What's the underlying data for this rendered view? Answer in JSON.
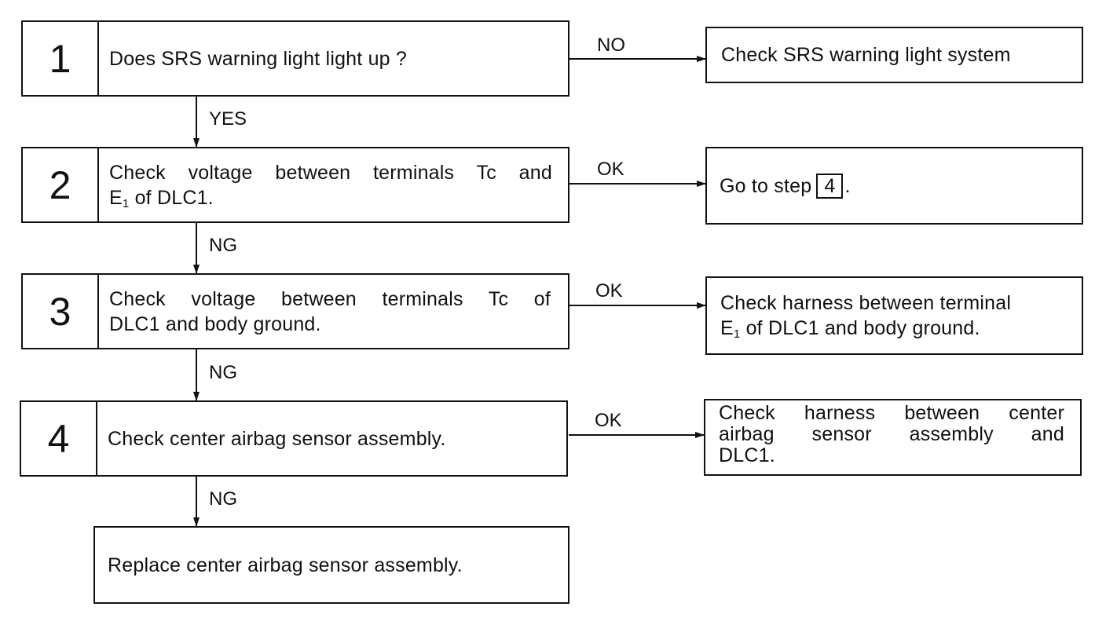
{
  "steps": [
    {
      "number": "1",
      "text": "Does SRS warning light light up ?"
    },
    {
      "number": "2",
      "line1": "Check voltage between terminals Tc and",
      "line2_prefix": "E",
      "line2_sub": "1",
      "line2_suffix": " of DLC1."
    },
    {
      "number": "3",
      "line1": "Check voltage between terminals Tc of",
      "line2": "DLC1 and body ground."
    },
    {
      "number": "4",
      "text": "Check center airbag sensor assembly."
    }
  ],
  "final_box": {
    "text": "Replace center airbag sensor assembly."
  },
  "side_boxes": {
    "box1": {
      "text": "Check SRS warning light system"
    },
    "box2": {
      "prefix": "Go to step",
      "step_ref": "4",
      "suffix": "."
    },
    "box3": {
      "line1": "Check harness between terminal",
      "line2_prefix": "E",
      "line2_sub": "1",
      "line2_suffix": " of DLC1 and body ground."
    },
    "box4": {
      "line1": "Check harness between center",
      "line2": "airbag sensor assembly and",
      "line3": "DLC1."
    }
  },
  "branch_labels": {
    "step1_right": "NO",
    "step1_down": "YES",
    "step2_right": "OK",
    "step2_down": "NG",
    "step3_right": "OK",
    "step3_down": "NG",
    "step4_right": "OK",
    "step4_down": "NG"
  }
}
